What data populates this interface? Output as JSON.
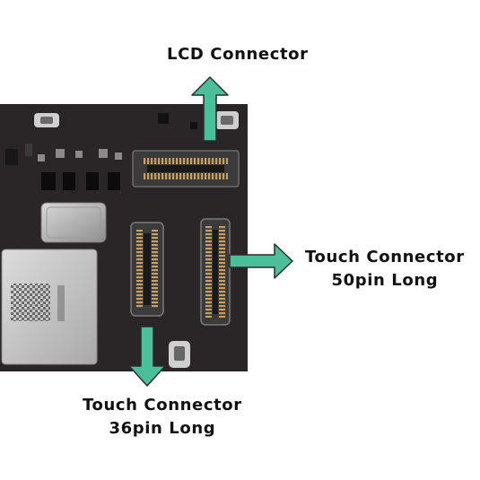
{
  "colors": {
    "arrow": "#4bbf9a",
    "arrow_outline": "#2b2b2b",
    "board": "#2a2628"
  },
  "labels": {
    "lcd": "LCD Connector",
    "touch50_line1": "Touch Connector",
    "touch50_line2": "50pin Long",
    "touch36_line1": "Touch Connector",
    "touch36_line2": "36pin Long"
  },
  "icons": {
    "arrow_up": "arrow-up-icon",
    "arrow_right": "arrow-right-icon",
    "arrow_down": "arrow-down-icon"
  }
}
